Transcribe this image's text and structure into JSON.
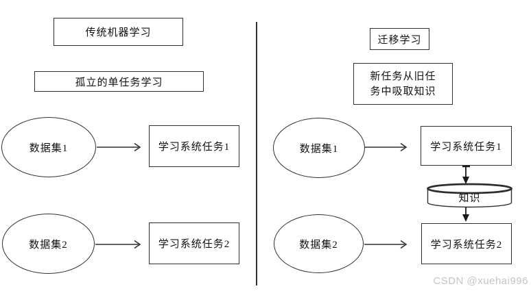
{
  "left_panel": {
    "title": "传统机器学习",
    "subtitle": "孤立的单任务学习",
    "rows": [
      {
        "dataset": "数据集1",
        "task": "学习系统任务1"
      },
      {
        "dataset": "数据集2",
        "task": "学习系统任务2"
      }
    ]
  },
  "right_panel": {
    "title": "迁移学习",
    "subtitle_line1": "新任务从旧任",
    "subtitle_line2": "务中吸取知识",
    "knowledge": "知识",
    "rows": [
      {
        "dataset": "数据集1",
        "task": "学习系统任务1"
      },
      {
        "dataset": "数据集2",
        "task": "学习系统任务2"
      }
    ]
  },
  "watermark": "CSDN @xuehai996",
  "colors": {
    "stroke": "#2e2e2e",
    "text": "#111111",
    "watermark_gray": "#c5c5c5"
  }
}
